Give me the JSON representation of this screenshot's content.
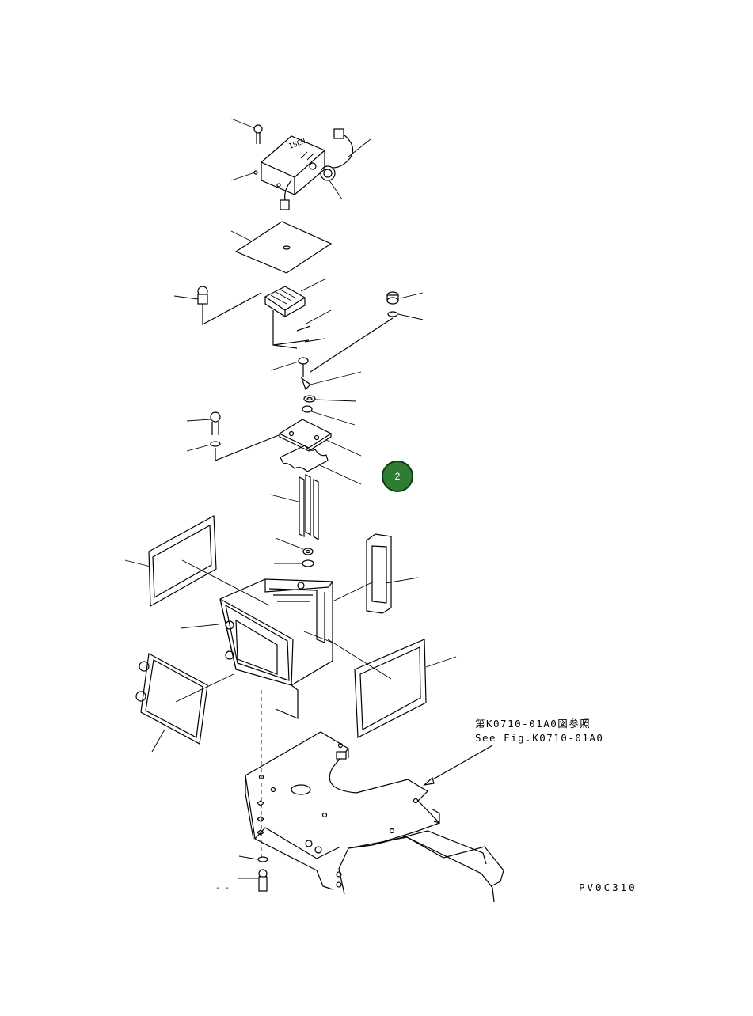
{
  "reference_note": {
    "line1": "第K0710-01A0図参照",
    "line2": "See Fig.K0710-01A0"
  },
  "drawing_code": "PV0C310",
  "callout": {
    "label": "2",
    "color": "#2e7d32"
  },
  "mini_label": "- -",
  "icons": {
    "callout": "numbered-callout-badge"
  }
}
